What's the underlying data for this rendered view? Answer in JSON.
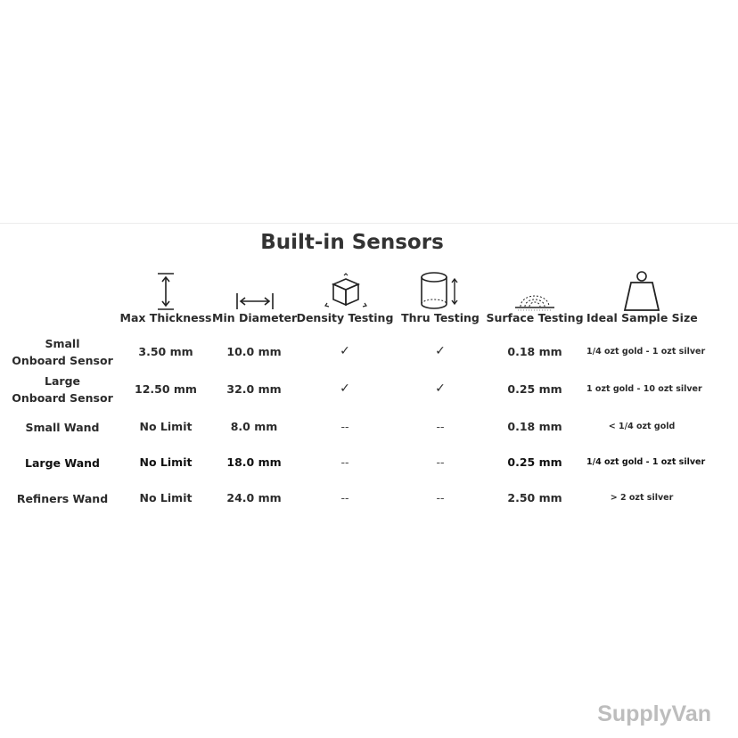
{
  "title": "Built-in Sensors",
  "columns": [
    {
      "label": "Max Thickness",
      "icon": "vertical-arrow-icon"
    },
    {
      "label": "Min Diameter",
      "icon": "horizontal-arrow-icon"
    },
    {
      "label": "Density Testing",
      "icon": "cube-icon"
    },
    {
      "label": "Thru Testing",
      "icon": "cylinder-icon"
    },
    {
      "label": "Surface Testing",
      "icon": "surface-wave-icon"
    },
    {
      "label": "Ideal Sample Size",
      "icon": "weight-icon"
    }
  ],
  "rows": [
    {
      "label_line1": "Small",
      "label_line2": "Onboard Sensor",
      "max_thickness": "3.50 mm",
      "min_diameter": "10.0 mm",
      "density": "✓",
      "thru": "✓",
      "surface": "0.18 mm",
      "ideal": "1/4 ozt gold - 1 ozt silver"
    },
    {
      "label_line1": "Large",
      "label_line2": "Onboard Sensor",
      "max_thickness": "12.50 mm",
      "min_diameter": "32.0 mm",
      "density": "✓",
      "thru": "✓",
      "surface": "0.25 mm",
      "ideal": "1 ozt gold - 10 ozt silver"
    },
    {
      "label": "Small Wand",
      "max_thickness": "No Limit",
      "min_diameter": "8.0 mm",
      "density": "--",
      "thru": "--",
      "surface": "0.18 mm",
      "ideal": "< 1/4 ozt gold"
    },
    {
      "label": "Large Wand",
      "max_thickness": "No Limit",
      "min_diameter": "18.0 mm",
      "density": "--",
      "thru": "--",
      "surface": "0.25 mm",
      "ideal": "1/4 ozt gold - 1 ozt silver"
    },
    {
      "label": "Refiners Wand",
      "max_thickness": "No Limit",
      "min_diameter": "24.0 mm",
      "density": "--",
      "thru": "--",
      "surface": "2.50 mm",
      "ideal": "> 2 ozt silver"
    }
  ],
  "watermark": "SupplyVan"
}
